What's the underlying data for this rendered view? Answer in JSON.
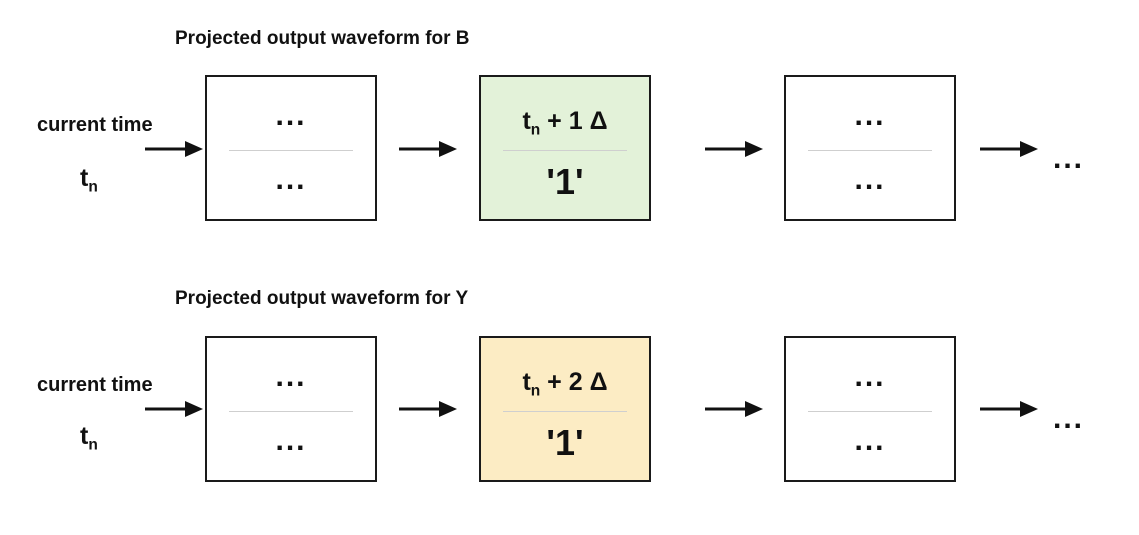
{
  "rows": [
    {
      "title": "Projected output waveform for B",
      "current_time_label": "current time",
      "time_symbol": "t",
      "time_subscript": "n",
      "boxes": [
        {
          "top": "...",
          "bottom": "..."
        },
        {
          "top_base": "t",
          "top_sub": "n",
          "top_rest": " + 1 Δ",
          "bottom": "'1'",
          "fill": "#e3f2d9"
        },
        {
          "top": "...",
          "bottom": "..."
        }
      ],
      "trailing": "..."
    },
    {
      "title": "Projected output waveform for Y",
      "current_time_label": "current time",
      "time_symbol": "t",
      "time_subscript": "n",
      "boxes": [
        {
          "top": "...",
          "bottom": "..."
        },
        {
          "top_base": "t",
          "top_sub": "n",
          "top_rest": " + 2 Δ",
          "bottom": "'1'",
          "fill": "#fcecc4"
        },
        {
          "top": "...",
          "bottom": "..."
        }
      ],
      "trailing": "..."
    }
  ]
}
